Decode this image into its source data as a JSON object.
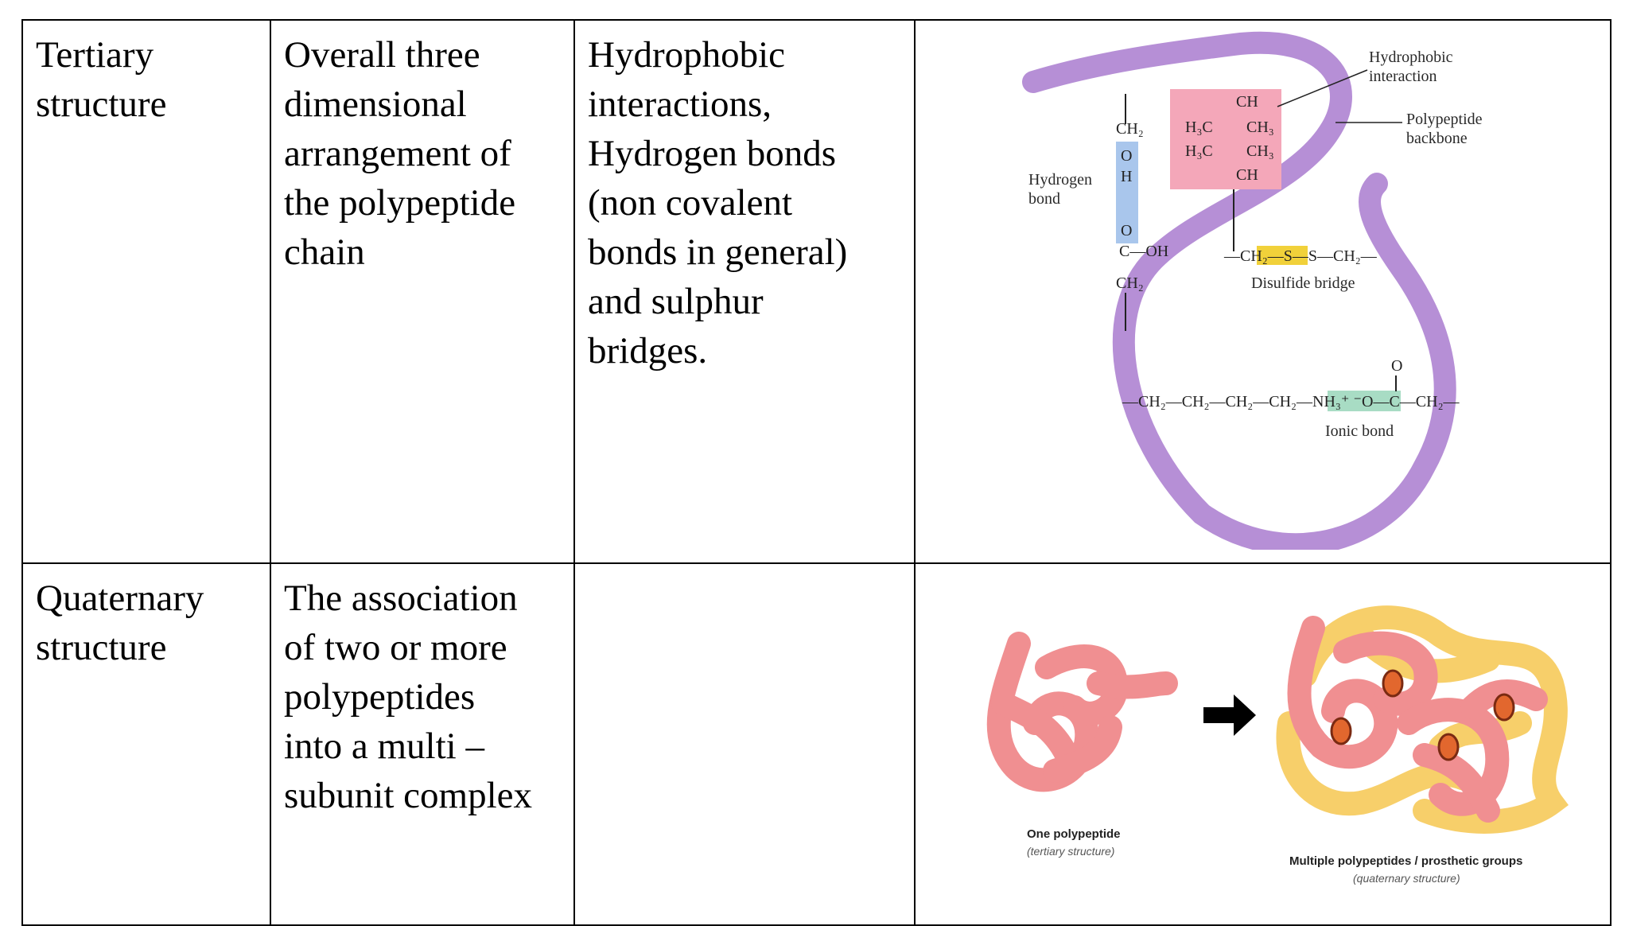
{
  "rows": [
    {
      "level": "Tertiary\nstructure",
      "description": "Overall three\ndimensional\narrangement of\nthe polypeptide\nchain",
      "bonds": "Hydrophobic\ninteractions,\nHydrogen bonds\n(non covalent\nbonds in general)\nand sulphur\nbridges.",
      "figure": {
        "labels": {
          "hydrophobic": [
            "Hydrophobic",
            "interaction"
          ],
          "backbone": [
            "Polypeptide",
            "backbone"
          ],
          "hbond": [
            "Hydrogen",
            "bond"
          ],
          "disulfide": "Disulfide bridge",
          "ionic": "Ionic bond"
        },
        "chem": {
          "ch2_top": "CH₂",
          "o1": "O",
          "h": "H",
          "o2": "O",
          "cooh": "C—OH",
          "ch2_bottom": "CH₂",
          "ch_top": "CH",
          "h3c_1": "H₃C",
          "ch3_1": "CH₃",
          "h3c_2": "H₃C",
          "ch3_2": "CH₃",
          "ch_bottom": "CH",
          "disulfide_chain": "—CH₂—S—S—CH₂—",
          "ionic_chain": "—CH₂—CH₂—CH₂—CH₂—NH₃⁺ ⁻O—C—CH₂—",
          "carbonyl_o": "O"
        },
        "colors": {
          "backbone": "#b68fd6",
          "hydrophobic_box": "#f4a7b9",
          "hbond_box": "#a9c6ec",
          "disulfide_box": "#f1d13a",
          "ionic_box": "#a8dcc4"
        }
      }
    },
    {
      "level": "Quaternary\nstructure",
      "description": "The association\nof two or more\npolypeptides\ninto a multi –\nsubunit complex",
      "bonds": "",
      "figure": {
        "left_caption": "One polypeptide",
        "left_subcaption": "(tertiary structure)",
        "right_caption": "Multiple polypeptides / prosthetic groups",
        "right_subcaption": "(quaternary structure)",
        "colors": {
          "pink": "#f08f91",
          "yellow": "#f7cf6a",
          "arrow": "#000000"
        }
      }
    }
  ]
}
